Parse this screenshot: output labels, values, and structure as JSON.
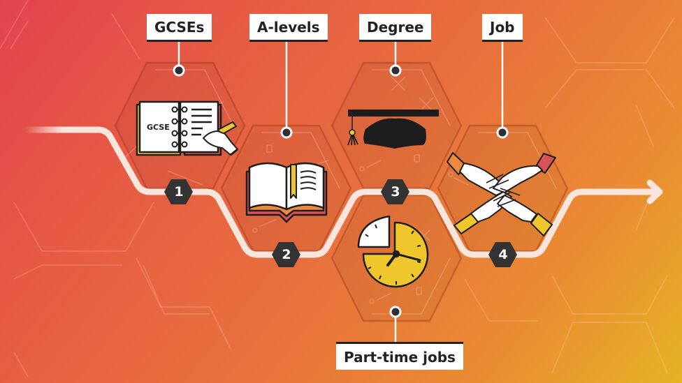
{
  "colors": {
    "gradient_start": "#e3434f",
    "gradient_mid": "#e8723c",
    "gradient_end": "#e6b324",
    "path_line": "#f9e5dc",
    "badge_fill": "#333333",
    "label_bg": "#ffffff",
    "label_text": "#222222",
    "accent_yellow": "#efc62b",
    "accent_pink": "#d8525a"
  },
  "stages": [
    {
      "number": "1",
      "label": "GCSEs",
      "icon": "gcse-notebook-icon",
      "icon_text": "GCSE"
    },
    {
      "number": "2",
      "label": "A-levels",
      "icon": "open-book-icon"
    },
    {
      "number": "3",
      "label": "Degree",
      "icon": "graduation-cap-icon"
    },
    {
      "number": "4",
      "label": "Job",
      "icon": "stacked-hands-icon"
    }
  ],
  "side_branch": {
    "label": "Part-time jobs",
    "icon": "clock-icon"
  },
  "path": {
    "end_marker": "arrow-right-icon"
  }
}
